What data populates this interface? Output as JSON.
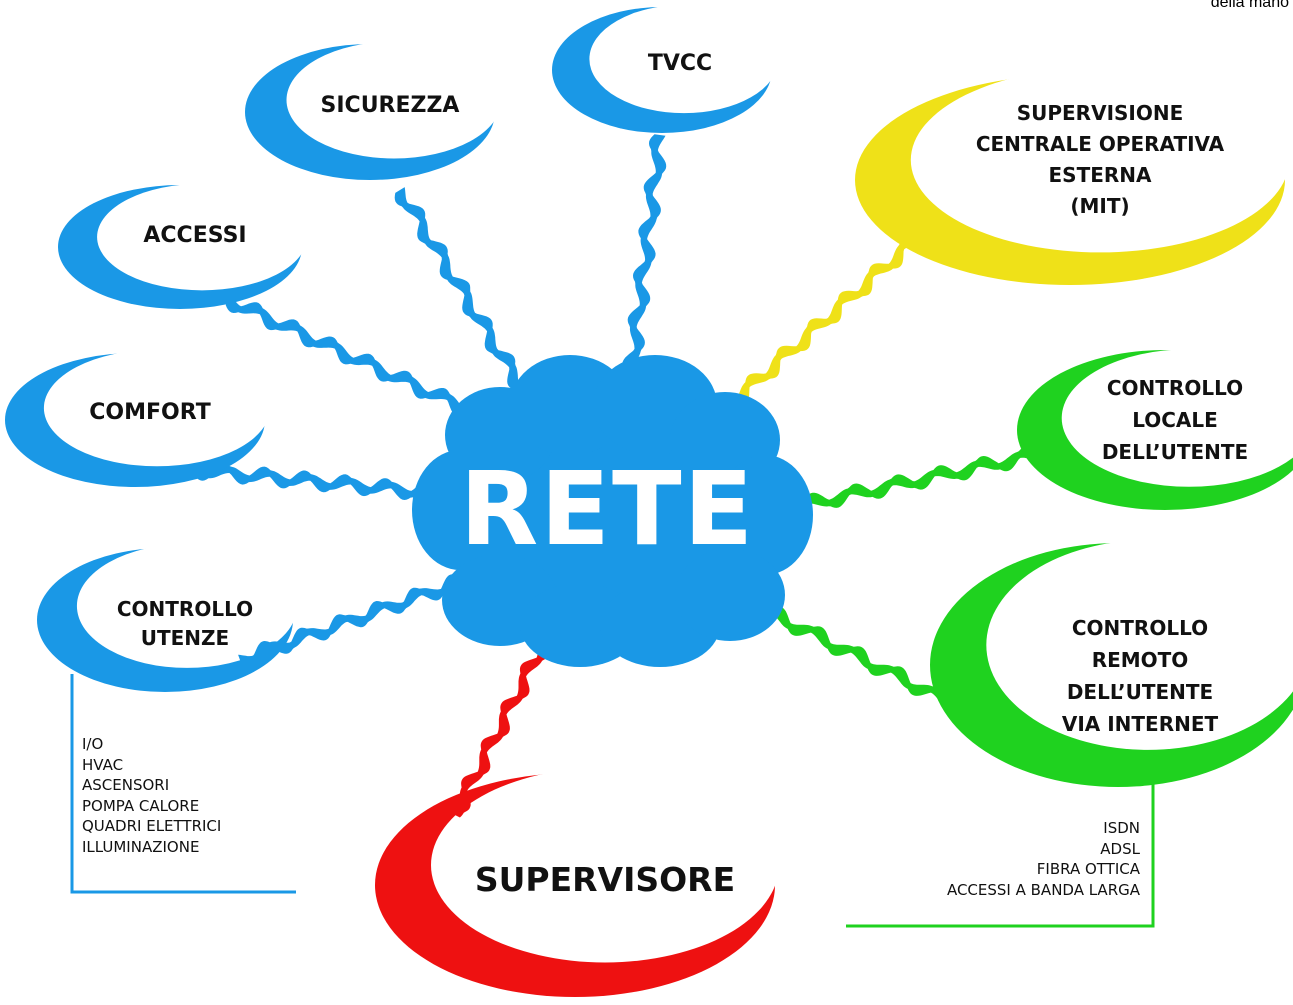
{
  "corner_note": "della mano",
  "center": {
    "label": "RETE",
    "color": "#1a98e6"
  },
  "colors": {
    "blue": "#1a98e6",
    "yellow": "#efe118",
    "green": "#1fd21f",
    "red": "#ee1111"
  },
  "nodes": {
    "tvcc": {
      "lines": [
        "TVCC"
      ]
    },
    "sicurezza": {
      "lines": [
        "SICUREZZA"
      ]
    },
    "accessi": {
      "lines": [
        "ACCESSI"
      ]
    },
    "comfort": {
      "lines": [
        "COMFORT"
      ]
    },
    "controllo_utenze": {
      "lines": [
        "CONTROLLO",
        "UTENZE"
      ],
      "items": [
        "I/O",
        "HVAC",
        "ASCENSORI",
        "POMPA CALORE",
        "QUADRI ELETTRICI",
        "ILLUMINAZIONE"
      ]
    },
    "supervisione": {
      "lines": [
        "SUPERVISIONE",
        "CENTRALE OPERATIVA",
        "ESTERNA",
        "(MIT)"
      ]
    },
    "controllo_locale": {
      "lines": [
        "CONTROLLO",
        "LOCALE",
        "DELL’UTENTE"
      ]
    },
    "controllo_remoto": {
      "lines": [
        "CONTROLLO",
        "REMOTO",
        "DELL’UTENTE",
        "VIA INTERNET"
      ],
      "items": [
        "ISDN",
        "ADSL",
        "FIBRA OTTICA",
        "ACCESSI A BANDA LARGA"
      ]
    },
    "supervisore": {
      "lines": [
        "SUPERVISORE"
      ]
    }
  }
}
